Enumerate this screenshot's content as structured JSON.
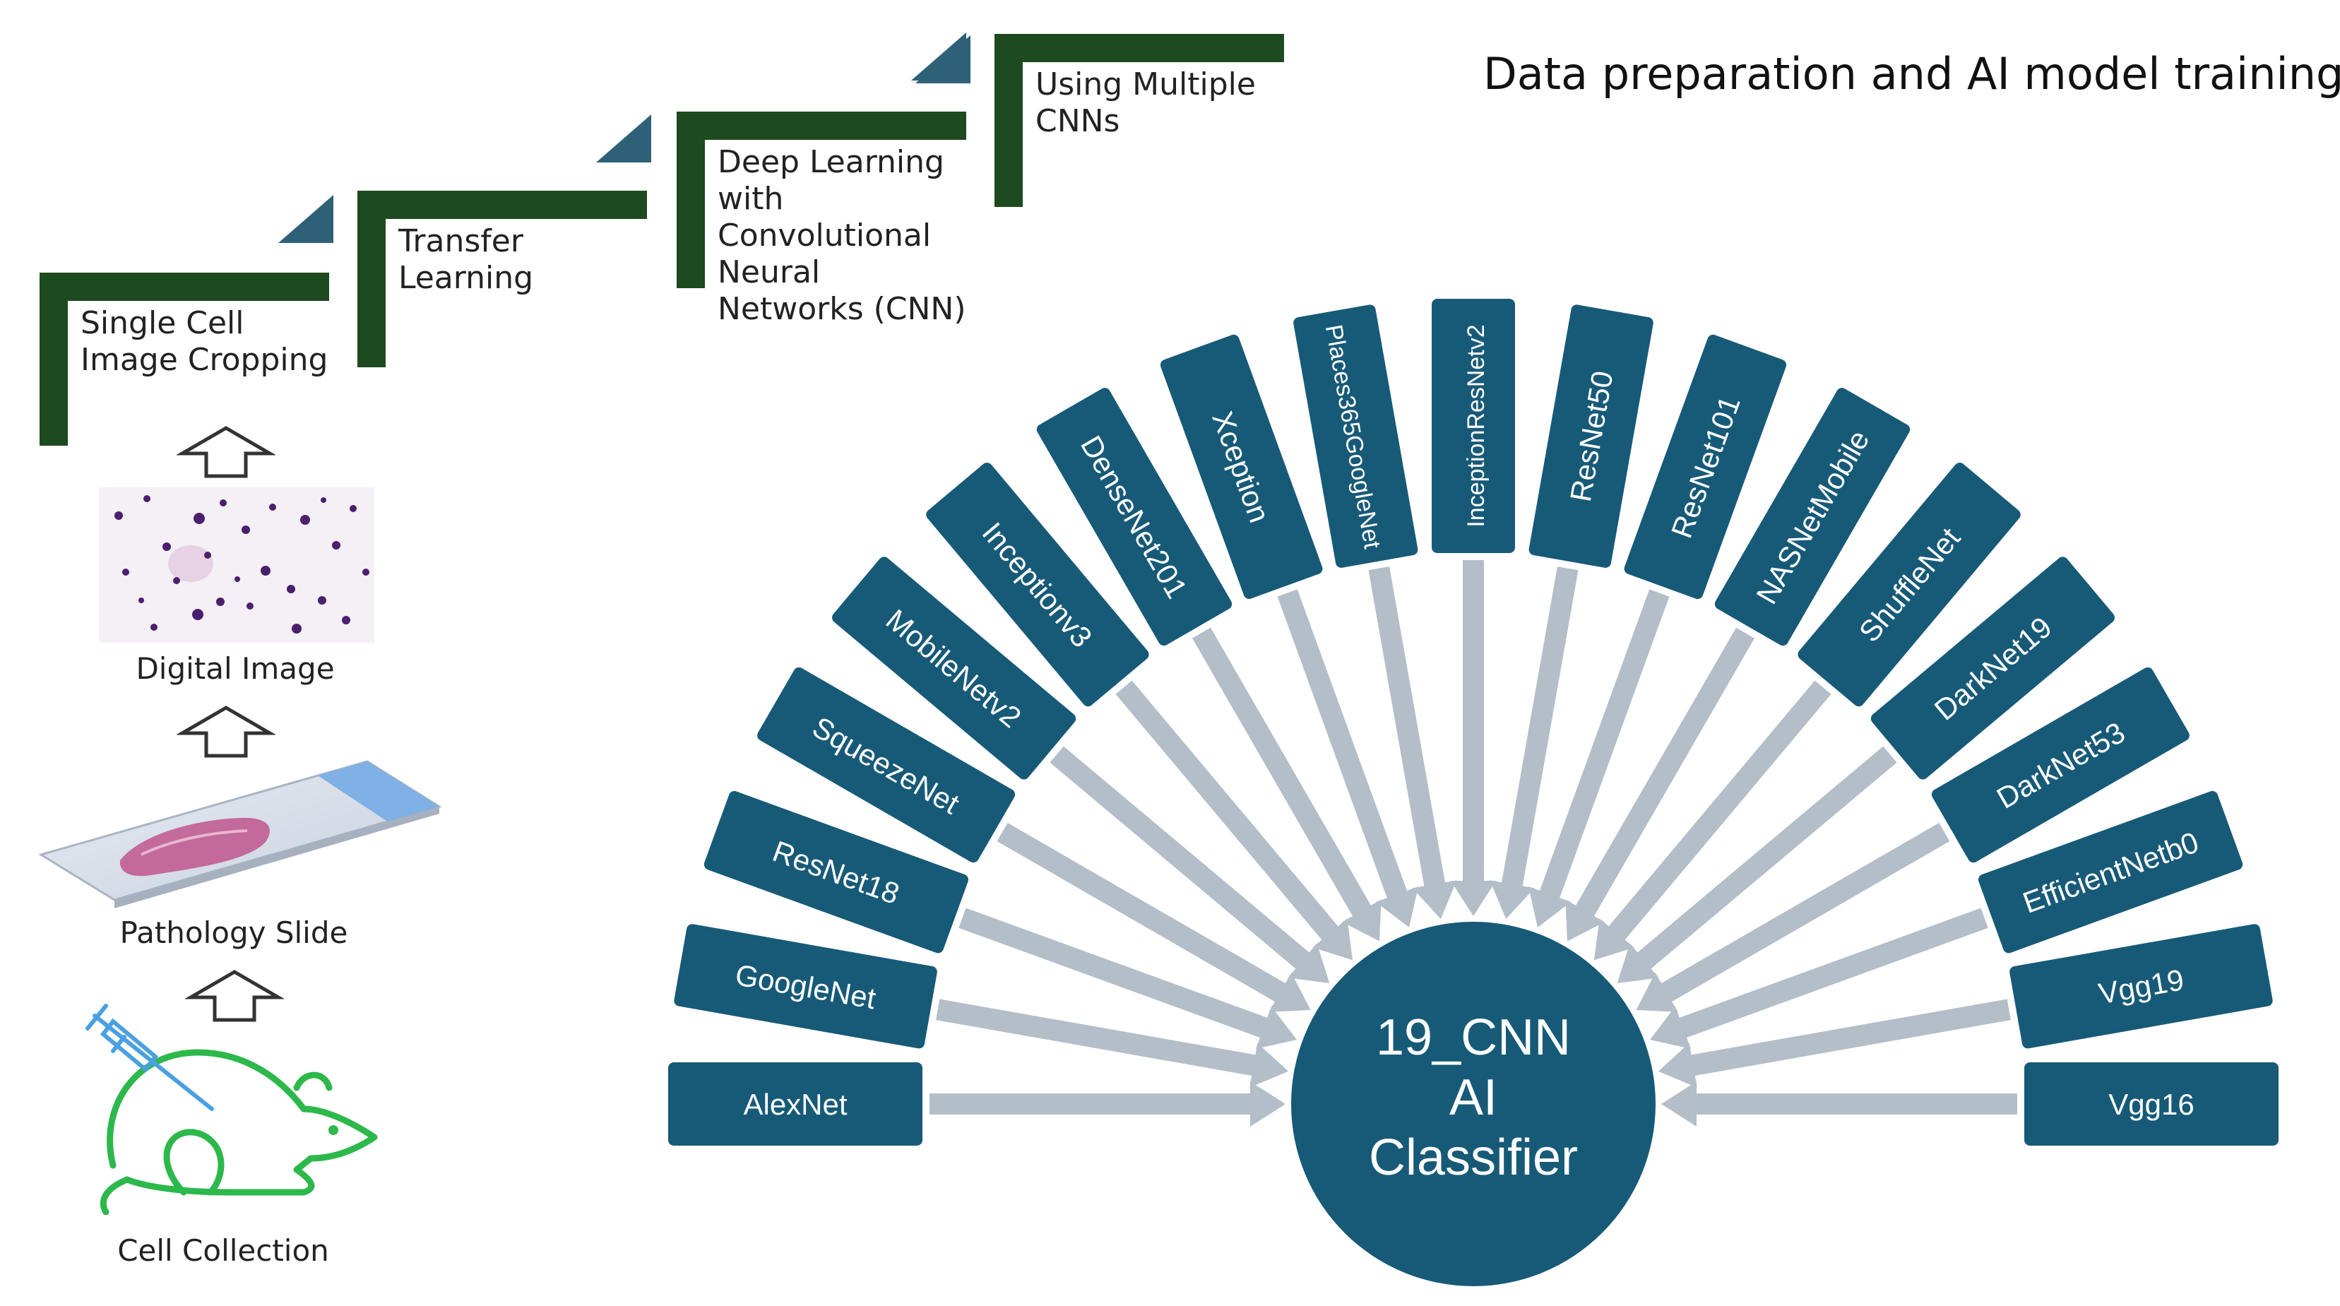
{
  "title": "Data preparation and AI model training",
  "steps": [
    {
      "label": "Single Cell Image Cropping",
      "lines": [
        "Single Cell",
        "Image Cropping"
      ]
    },
    {
      "label": "Transfer Learning",
      "lines": [
        "Transfer",
        "Learning"
      ]
    },
    {
      "label": "Deep Learning with Convolutional Neural Networks (CNN)",
      "lines": [
        "Deep Learning",
        "with",
        "Convolutional",
        "Neural",
        "Networks (CNN)"
      ]
    },
    {
      "label": "Using Multiple CNNs",
      "lines": [
        "Using Multiple",
        "CNNs"
      ]
    }
  ],
  "pipeline": {
    "digital_image": "Digital Image",
    "pathology_slide": "Pathology Slide",
    "cell_collection": "Cell Collection"
  },
  "classifier": {
    "lines": [
      "19_CNN",
      "AI",
      "Classifier"
    ]
  },
  "models": [
    "AlexNet",
    "GoogleNet",
    "ResNet18",
    "SqueezeNet",
    "MobileNetv2",
    "Inceptionv3",
    "DenseNet201",
    "Xception",
    "Places365GoogleNet",
    "InceptionResNetv2",
    "ResNet50",
    "ResNet101",
    "NASNetMobile",
    "ShuffleNet",
    "DarkNet19",
    "DarkNet53",
    "EfficientNetb0",
    "Vgg19",
    "Vgg16"
  ],
  "colors": {
    "box": "#175a78",
    "circle": "#175a78",
    "arrow": "#b4bec8",
    "step_bar": "#1d4a1f",
    "step_triangle": "#2e6178",
    "mouse": "#2db84b",
    "syringe": "#4aa0e0"
  }
}
